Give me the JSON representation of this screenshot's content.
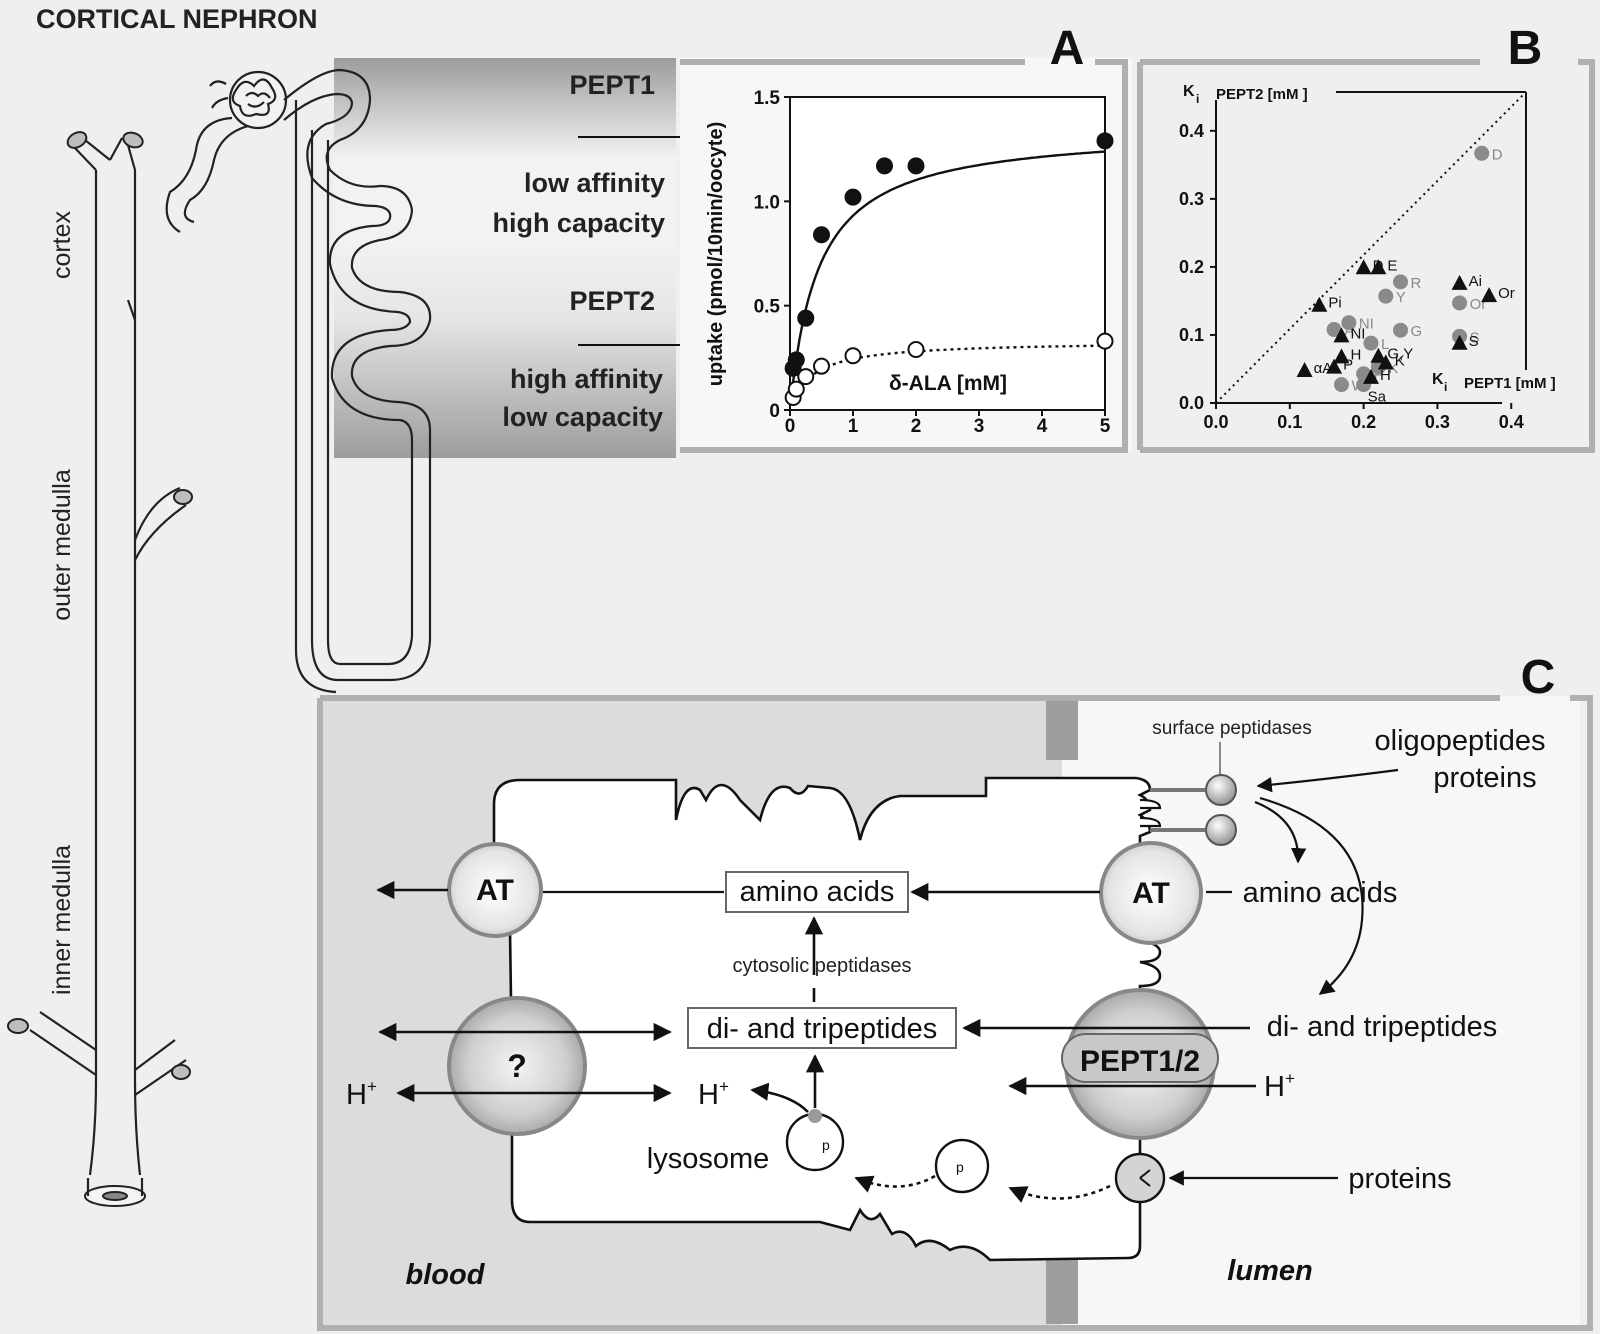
{
  "main_title": "CORTICAL NEPHRON",
  "regions": {
    "cortex": "cortex",
    "outer_medulla": "outer medulla",
    "inner_medulla": "inner medulla"
  },
  "panel_labels": {
    "a": "A",
    "b": "B",
    "c": "C"
  },
  "pept1": {
    "name": "PEPT1",
    "line1": "low affinity",
    "line2": "high capacity"
  },
  "pept2": {
    "name": "PEPT2",
    "line1": "high affinity",
    "line2": "low  capacity"
  },
  "chart_data": [
    {
      "type": "line",
      "xlabel": "δ-ALA [mM]",
      "ylabel": "uptake (pmol/10min/oocyte)",
      "xlim": [
        0,
        5
      ],
      "ylim": [
        0,
        1.5
      ],
      "xticks": [
        "0",
        "1",
        "2",
        "3",
        "4",
        "5"
      ],
      "yticks": [
        "0",
        "0.5",
        "1.0",
        "1.5"
      ],
      "series": [
        {
          "marker": "filled-circle",
          "line": "solid",
          "x": [
            0.05,
            0.1,
            0.25,
            0.5,
            1.0,
            1.5,
            2.0,
            5.0
          ],
          "y": [
            0.2,
            0.24,
            0.44,
            0.84,
            1.02,
            1.17,
            1.17,
            1.29
          ]
        },
        {
          "marker": "open-circle",
          "line": "dotted",
          "x": [
            0.05,
            0.1,
            0.25,
            0.5,
            1.0,
            2.0,
            5.0
          ],
          "y": [
            0.06,
            0.1,
            0.16,
            0.21,
            0.26,
            0.29,
            0.33
          ]
        }
      ]
    },
    {
      "type": "scatter",
      "xlabel_k": "K",
      "xlabel_sub": "i",
      "xlabel": "PEPT1 [mM ]",
      "ylabel_k": "K",
      "ylabel_sub": "i",
      "ylabel": "PEPT2 [mM ]",
      "xlim": [
        0,
        0.42
      ],
      "ylim": [
        0,
        0.46
      ],
      "xticks": [
        "0.0",
        "0.1",
        "0.2",
        "0.3",
        "0.4"
      ],
      "yticks": [
        "0.0",
        "0.1",
        "0.2",
        "0.3",
        "0.4"
      ],
      "identity_line": true,
      "series": [
        {
          "marker": "grey-circle",
          "points": [
            {
              "label": "D",
              "x": 0.36,
              "y": 0.367
            },
            {
              "label": "R",
              "x": 0.25,
              "y": 0.178
            },
            {
              "label": "Y",
              "x": 0.23,
              "y": 0.157
            },
            {
              "label": "Or",
              "x": 0.33,
              "y": 0.147
            },
            {
              "label": "NI",
              "x": 0.18,
              "y": 0.118
            },
            {
              "label": "A",
              "x": 0.16,
              "y": 0.108
            },
            {
              "label": "G",
              "x": 0.25,
              "y": 0.107
            },
            {
              "label": "L",
              "x": 0.21,
              "y": 0.088
            },
            {
              "label": "S",
              "x": 0.33,
              "y": 0.098
            },
            {
              "label": "K",
              "x": 0.22,
              "y": 0.053
            },
            {
              "label": "F",
              "x": 0.2,
              "y": 0.043
            },
            {
              "label": "W",
              "x": 0.17,
              "y": 0.027
            },
            {
              "label": "",
              "x": 0.2,
              "y": 0.027
            }
          ]
        },
        {
          "marker": "black-triangle",
          "points": [
            {
              "label": "D",
              "x": 0.2,
              "y": 0.198
            },
            {
              "label": "E",
              "x": 0.22,
              "y": 0.198
            },
            {
              "label": "Ai",
              "x": 0.33,
              "y": 0.175
            },
            {
              "label": "Or",
              "x": 0.37,
              "y": 0.157
            },
            {
              "label": "Pi",
              "x": 0.14,
              "y": 0.143
            },
            {
              "label": "NI",
              "x": 0.17,
              "y": 0.098
            },
            {
              "label": "H",
              "x": 0.17,
              "y": 0.067
            },
            {
              "label": "G,Y",
              "x": 0.22,
              "y": 0.068
            },
            {
              "label": "K",
              "x": 0.23,
              "y": 0.058
            },
            {
              "label": "P",
              "x": 0.16,
              "y": 0.052
            },
            {
              "label": "αA",
              "x": 0.12,
              "y": 0.047
            },
            {
              "label": "H",
              "x": 0.21,
              "y": 0.037
            },
            {
              "label": "S",
              "x": 0.33,
              "y": 0.087
            }
          ]
        }
      ],
      "extra_labels": [
        "Sa"
      ]
    }
  ],
  "panel_c": {
    "surface_peptidases": "surface peptidases",
    "oligopeptides": "oligopeptides",
    "proteins_top": "proteins",
    "at": "AT",
    "amino_acids_box": "amino acids",
    "amino_acids_right": "amino acids",
    "cytosolic_peptidases": "cytosolic peptidases",
    "di_tri_box": "di- and tripeptides",
    "di_tri_right": "di- and tripeptides",
    "unknown_transporter": "?",
    "pept12": "PEPT1/2",
    "h": "H",
    "h_sup": "+",
    "lysosome": "lysosome",
    "p": "p",
    "proteins_bottom": "proteins",
    "blood": "blood",
    "lumen": "lumen"
  }
}
